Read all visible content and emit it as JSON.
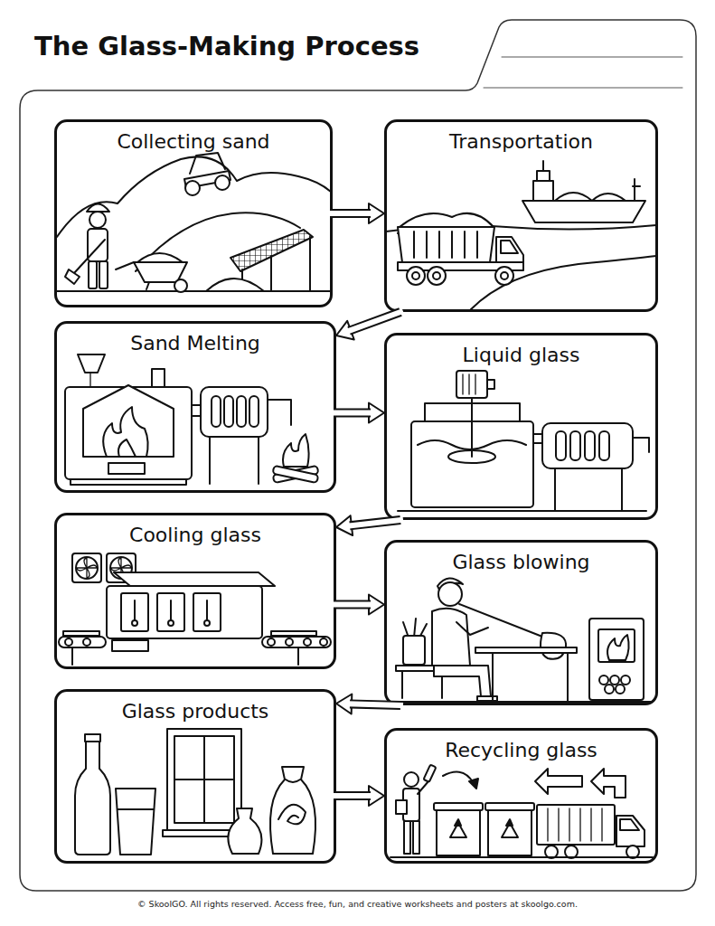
{
  "diagram": {
    "title": "The Glass-Making Process",
    "nodes": [
      {
        "text": [
          "Collecting sand"
        ]
      },
      {
        "text": [
          "Transportation"
        ]
      },
      {
        "text": [
          "Sand Melting"
        ]
      },
      {
        "text": [
          "Liquid glass"
        ]
      },
      {
        "text": [
          "Cooling glass"
        ]
      },
      {
        "text": [
          "Glass blowing"
        ]
      },
      {
        "text": [
          "Glass products"
        ]
      },
      {
        "text": [
          "Recycling glass"
        ]
      }
    ],
    "edges": [
      {
        "from": 0,
        "to": 1,
        "arrow": "to"
      },
      {
        "from": 1,
        "to": 2,
        "arrow": "to"
      },
      {
        "from": 2,
        "to": 3,
        "arrow": "to"
      },
      {
        "from": 3,
        "to": 4,
        "arrow": "to"
      },
      {
        "from": 4,
        "to": 5,
        "arrow": "to"
      },
      {
        "from": 5,
        "to": 6,
        "arrow": "to"
      },
      {
        "from": 6,
        "to": 7,
        "arrow": "to"
      }
    ],
    "labels": [
      "© SkoolGO. All rights reserved. Access free, fun, and creative worksheets and posters at skoolgo.com."
    ]
  }
}
